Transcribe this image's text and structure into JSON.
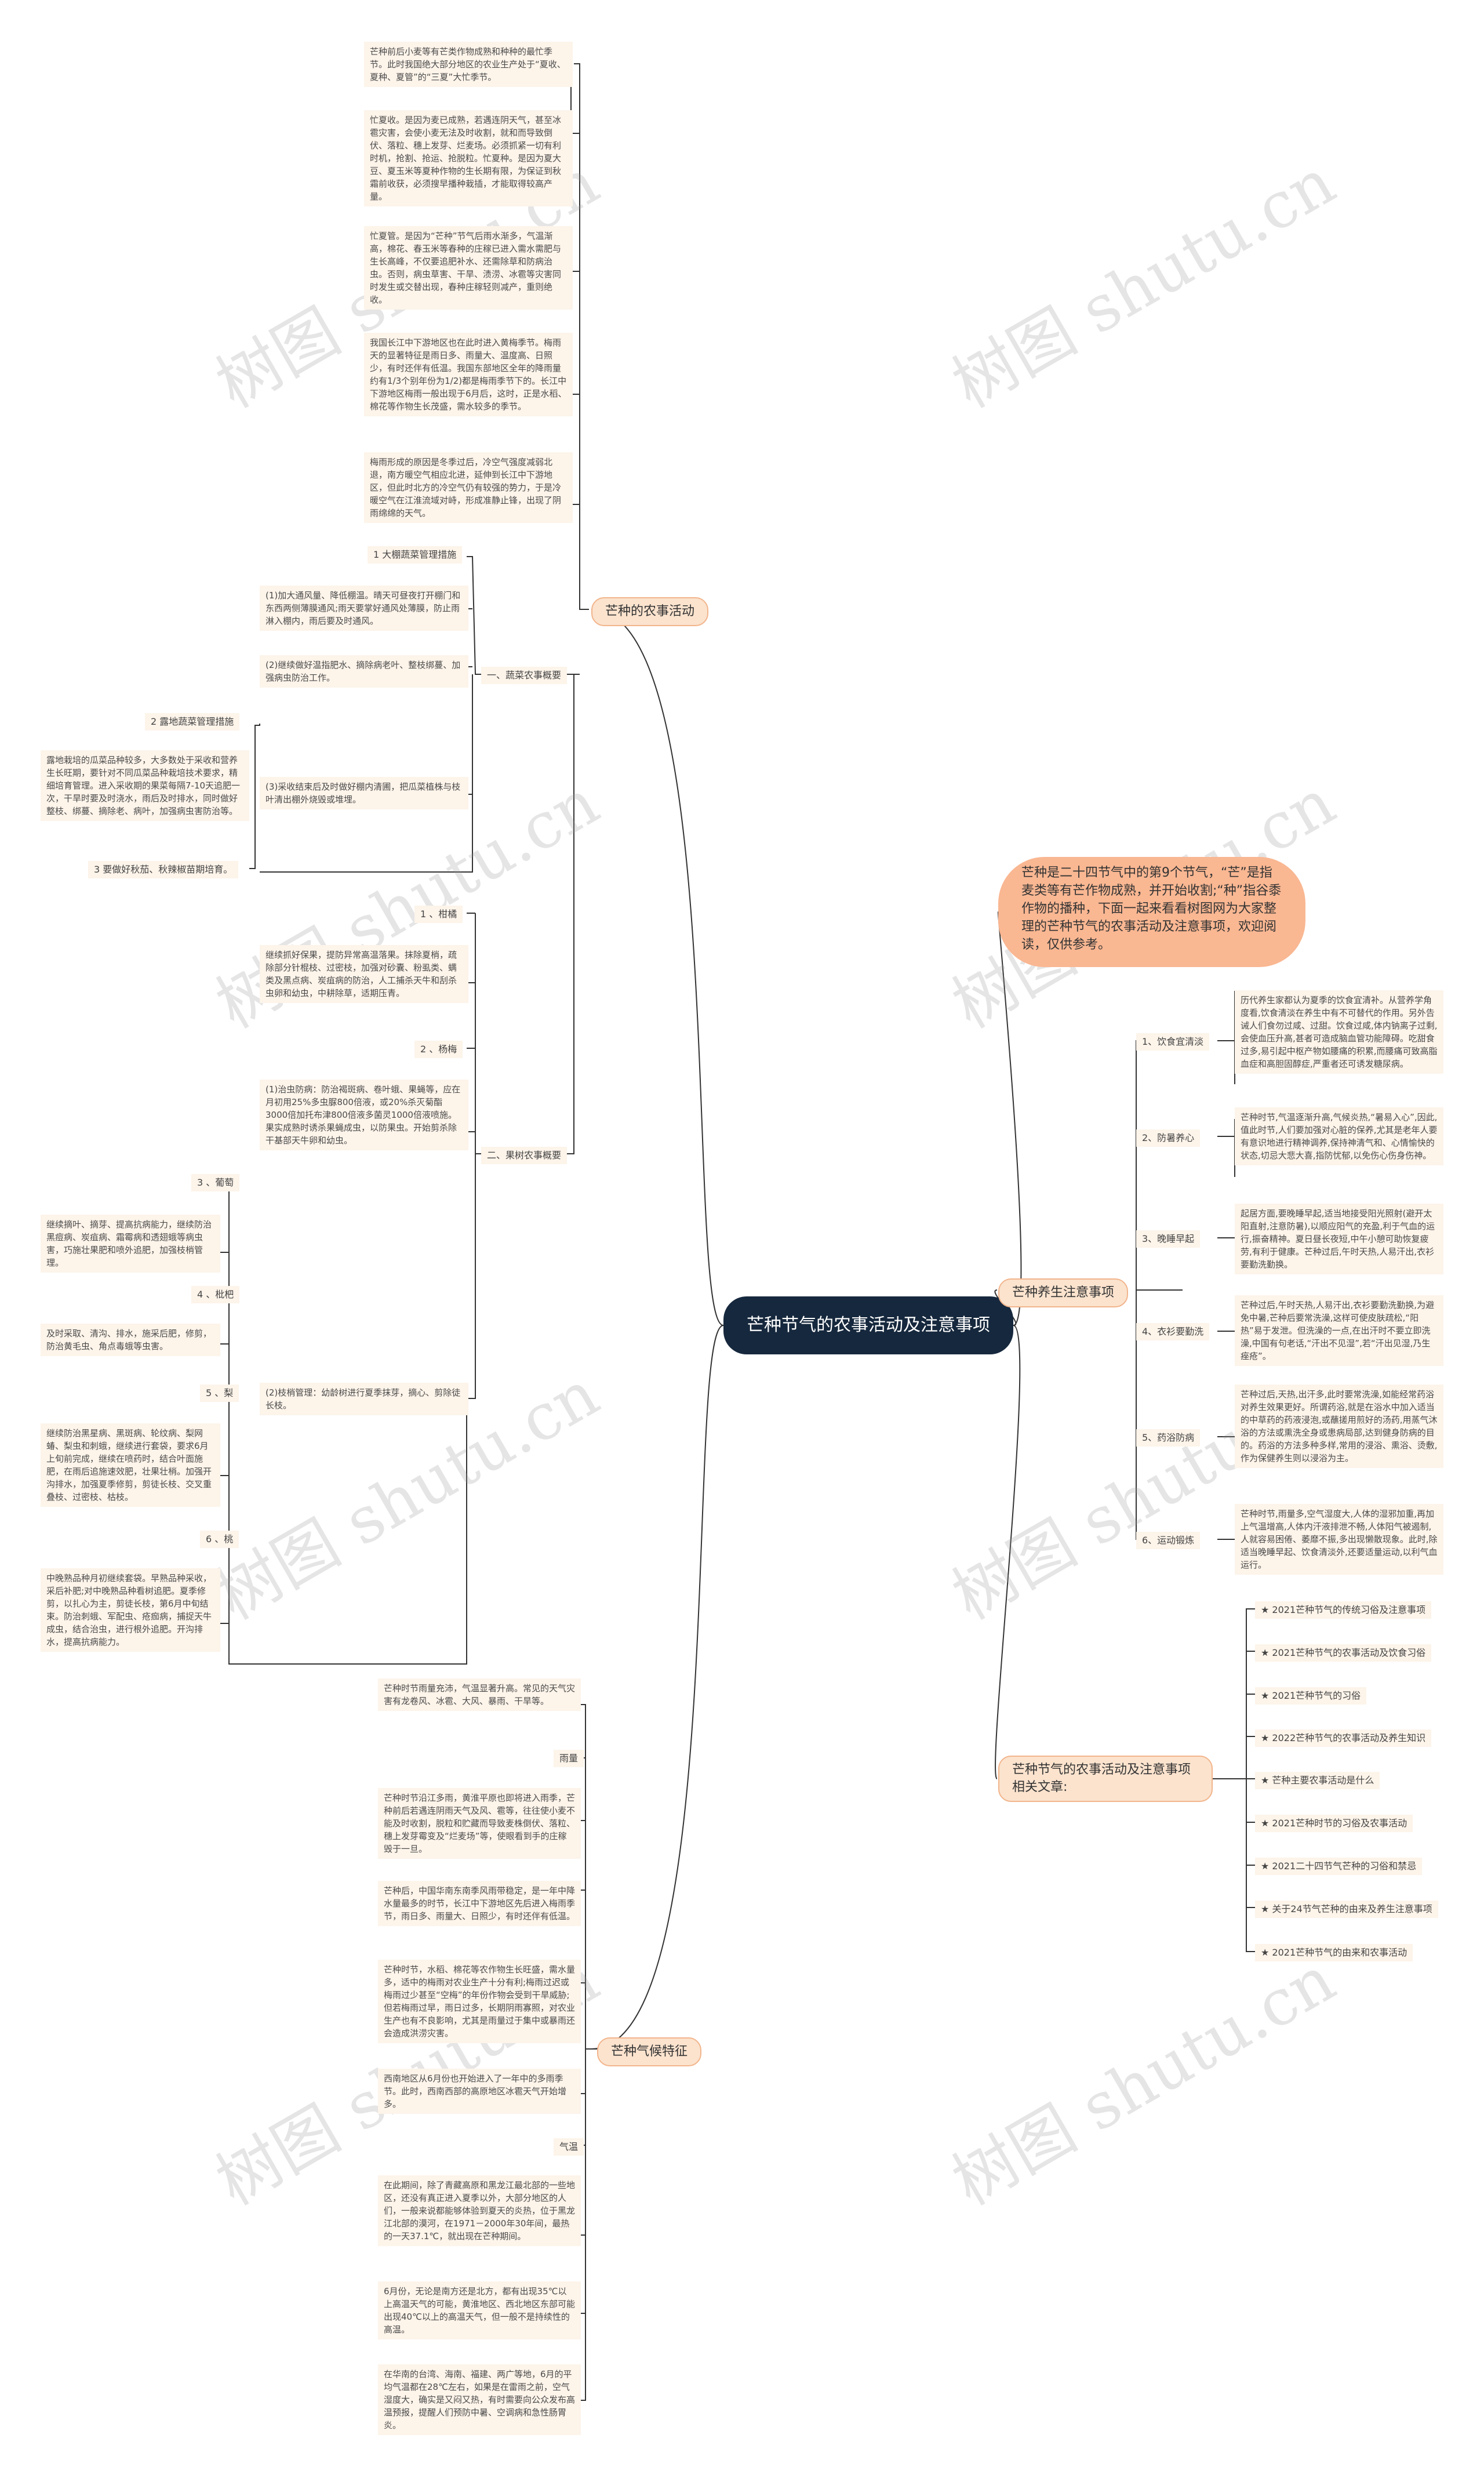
{
  "center": "芒种节气的农事活动及注意事项",
  "intro": "芒种是二十四节气中的第9个节气，“芒”是指麦类等有芒作物成熟，并开始收割;“种”指谷黍作物的播种，下面一起来看看树图网为大家整理的芒种节气的农事活动及注意事项，欢迎阅读，仅供参考。",
  "watermark": "树图 shutu.cn",
  "branches": {
    "farm": "芒种的农事活动",
    "health": "芒种养生注意事项",
    "articles": "芒种节气的农事活动及注意事项相关文章:",
    "climate": "芒种气候特征"
  },
  "farm": {
    "p1": "芒种前后小麦等有芒类作物成熟和种种的最忙季节。此时我国绝大部分地区的农业生产处于“夏收、夏种、夏管”的“三夏”大忙季节。",
    "p2": "忙夏收。是因为麦已成熟，若遇连阴天气，甚至冰雹灾害，会使小麦无法及时收割，就和而导致倒伏、落粒、穗上发芽、烂麦场。必须抓紧一切有利时机，抢割、抢运、抢脱粒。忙夏种。是因为夏大豆、夏玉米等夏种作物的生长期有限，为保证到秋霜前收获，必须搜早播种栽插，才能取得较高产量。",
    "p3": "忙夏管。是因为“芒种”节气后雨水渐多，气温渐高，棉花、春玉米等春种的庄稼已进入需水需肥与生长高峰，不仅要追肥补水、还需除草和防病治虫。否则，病虫草害、干旱、渍涝、冰雹等灾害同时发生或交替出现，春种庄稼轻则减产，重则绝收。",
    "p4": "我国长江中下游地区也在此时进入黄梅季节。梅雨天的显著特征是雨日多、雨量大、温度高、日照少，有时还伴有低温。我国东部地区全年的降雨量约有1/3个别年份为1/2)都是梅雨季节下的。长江中下游地区梅雨一般出现于6月后，这时，正是水稻、棉花等作物生长茂盛，需水较多的季节。",
    "p5": "梅雨形成的原因是冬季过后，冷空气强度减弱北退，南方暖空气相应北进，延伸到长江中下游地区，但此时北方的冷空气仍有较强的势力，于是冷暖空气在江淮流域对峙，形成准静止锋，出现了阴雨绵绵的天气。",
    "veg_head": "一、蔬菜农事概要",
    "v1_head": "1 大棚蔬菜管理措施",
    "v1_a": "(1)加大通风量、降低棚温。晴天可昼夜打开棚门和东西两侧薄膜通风;雨天要掌好通风处薄膜，防止雨淋入棚内，雨后要及时通风。",
    "v1_b": "(2)继续做好温指肥水、摘除病老叶、整枝绑蔓、加强病虫防治工作。",
    "v1_c": "(3)采收结束后及时做好棚内清圃，把瓜菜植株与枝叶清出棚外烧毁或堆埋。",
    "v2_head": "2 露地蔬菜管理措施",
    "v2_text": "露地栽培的瓜菜品种较多，大多数处于采收和营养生长旺期，要针对不同瓜菜品种栽培技术要求，精细培育管理。进入采收期的果菜每隔7-10天追肥一次，干旱时要及时浇水，雨后及时排水，同时做好整枝、绑蔓、摘除老、病叶，加强病虫害防治等。",
    "v3_head": "3 要做好秋茄、秋辣椒苗期培育。",
    "fruit_head": "二、果树农事概要",
    "f1": "1 、柑橘",
    "f1_text": "继续抓好保果，提防异常高温落果。抹除夏梢，疏除部分针棍枝、过密枝，加强对砂囊、粉虱类、螨类及黑点病、炭疽病的防治，人工捕杀天牛和刮杀虫卵和幼虫，中耕除草，适期压青。",
    "f2": "2 、杨梅",
    "f2_text": "(1)治虫防病：防治褐斑病、卷叶蛾、果蝇等，应在月初用25%多虫脲800倍液，或20%杀灭菊酯3000倍加托布津800倍液多菌灵1000倍液喷施。果实成熟时诱杀果蝇成虫，以防果虫。开始剪杀除干基部天牛卵和幼虫。",
    "f2_b": "(2)枝梢管理：幼龄树进行夏季抹芽，摘心、剪除徒长枝。",
    "f3": "3 、葡萄",
    "f3_text": "继续摘叶、摘芽、提高抗病能力，继续防治黑痘病、炭疽病、霜霉病和透翅蛾等病虫害，巧施壮果肥和喷外追肥，加强枝梢管理。",
    "f4": "4 、枇杷",
    "f4_text": "及时采取、清沟、排水，施采后肥，修剪，防治黄毛虫、角点毒蛾等虫害。",
    "f5": "5 、梨",
    "f5_text": "继续防治黑星病、黑斑病、轮纹病、梨网蝽、梨虫和刺蛾，继续进行套袋，要求6月上旬前完成，继续在喷药时，结合叶面施肥，在雨后追施速效肥，壮果壮梢。加强开沟排水，加强夏季修剪，剪徒长枝、交叉重叠枝、过密枝、枯枝。",
    "f6": "6 、桃",
    "f6_text": "中晚熟品种月初继续套袋。早熟品种采收，采后补肥;对中晚熟品种看树追肥。夏季修剪，以扎心为主，剪徒长枝，第6月中旬结束。防治刺蛾、军配虫、疮痂病，捕捉天牛成虫，结合治虫，进行根外追肥。开沟排水，提高抗病能力。"
  },
  "health": {
    "h1": "1、饮食宜清淡",
    "h1_text": "历代养生家都认为夏季的饮食宜清补。从营养学角度看,饮食清淡在养生中有不可替代的作用。另外告诫人们食勿过咸、过甜。饮食过咸,体内钠离子过剩,会使血压升高,甚者可造成脑血管功能障碍。吃甜食过多,易引起中枢产物如腰痛的积累,而腰痛可致高脂血症和高胆固醇症,严重者还可诱发糖尿病。",
    "h2": "2、防暑养心",
    "h2_text": "芒种时节,气温逐渐升高,气候炎热,“暑易入心”,因此,值此时节,人们要加强对心脏的保养,尤其是老年人要有意识地进行精神调养,保持神清气和、心情愉快的状态,切忌大悲大喜,指防忧郁,以免伤心伤身伤神。",
    "h3": "3、晚睡早起",
    "h3_text": "起居方面,要晚睡早起,适当地接受阳光照射(避开太阳直射,注意防暑),以顺应阳气的充盈,利于气血的运行,振奋精神。夏日昼长夜短,中午小憩可助恢复疲劳,有利于健康。芒种过后,午时天热,人易汗出,衣衫要勤洗勤换。",
    "h4": "4、衣衫要勤洗",
    "h4_text": "芒种过后,午时天热,人易汗出,衣衫要勤洗勤换,为避免中暑,芒种后要常洗澡,这样可使皮肤疏松,“阳热”易于发泄。但洗澡的一点,在出汗时不要立即洗澡,中国有句老话,“汗出不见湿”,若“汗出见湿,乃生痤疮”。",
    "h5": "5、药浴防病",
    "h5_text": "芒种过后,天热,出汗多,此时要常洗澡,如能经常药浴对养生效果更好。所谓药浴,就是在浴水中加入适当的中草药的药液浸泡,或蘸搓用煎好的汤药,用蒸气沐浴的方法或熏洗全身或患病局部,达到健身防病的目的。药浴的方法多种多样,常用的浸浴、熏浴、烫敷,作为保健养生则以浸浴为主。",
    "h6": "6、运动锻炼",
    "h6_text": "芒种时节,雨量多,空气湿度大,人体的湿邪加重,再加上气温增高,人体内汗液排泄不畅,人体阳气被遏制,人就容易困倦、萎靡不振,多出现懒散现象。此时,除适当晚睡早起、饮食清淡外,还要适量运动,以利气血运行。"
  },
  "articles": [
    "★ 2021芒种节气的传统习俗及注意事项",
    "★ 2021芒种节气的农事活动及饮食习俗",
    "★ 2021芒种节气的习俗",
    "★ 2022芒种节气的农事活动及养生知识",
    "★ 芒种主要农事活动是什么",
    "★ 2021芒种时节的习俗及农事活动",
    "★ 2021二十四节气芒种的习俗和禁忌",
    "★ 关于24节气芒种的由来及养生注意事项",
    "★ 2021芒种节气的由来和农事活动"
  ],
  "climate": {
    "c1": "芒种时节雨量充沛，气温显著升高。常见的天气灾害有龙卷风、冰雹、大风、暴雨、干旱等。",
    "c_rain": "雨量",
    "c2": "芒种时节沿江多雨，黄淮平原也即将进入雨季，芒种前后若遇连阴雨天气及风、雹等，往往使小麦不能及时收割，脱粒和贮藏而导致麦株倒伏、落粒、穗上发芽霉变及“烂麦场”等，使眼看到手的庄稼毁于一旦。",
    "c3": "芒种后，中国华南东南季风雨带稳定，是一年中降水量最多的时节，长江中下游地区先后进入梅雨季节，雨日多、雨量大、日照少，有时还伴有低温。",
    "c4": "芒种时节，水稻、棉花等农作物生长旺盛，需水量多，适中的梅雨对农业生产十分有利;梅雨过迟或梅雨过少甚至“空梅”的年份作物会受到干旱威胁;但若梅雨过早，雨日过多，长期阴雨寡照，对农业生产也有不良影响，尤其是雨量过于集中或暴雨还会造成洪涝灾害。",
    "c5": "西南地区从6月份也开始进入了一年中的多雨季节。此时，西南西部的高原地区冰雹天气开始增多。",
    "c_temp": "气温",
    "c6": "在此期间，除了青藏高原和黑龙江最北部的一些地区，还没有真正进入夏季以外，大部分地区的人们，一般来说都能够体验到夏天的炎热，位于黑龙江北部的漠河，在1971－2000年30年间，最热的一天37.1℃，就出现在芒种期间。",
    "c7": "6月份，无论是南方还是北方，都有出现35℃以上高温天气的可能，黄淮地区、西北地区东部可能出现40℃以上的高温天气，但一般不是持续性的高温。",
    "c8": "在华南的台湾、海南、福建、两广等地，6月的平均气温都在28℃左右，如果是在雷雨之前，空气湿度大，确实是又闷又热，有时需要向公众发布高温预报，提醒人们预防中暑、空调病和急性肠胃炎。"
  }
}
